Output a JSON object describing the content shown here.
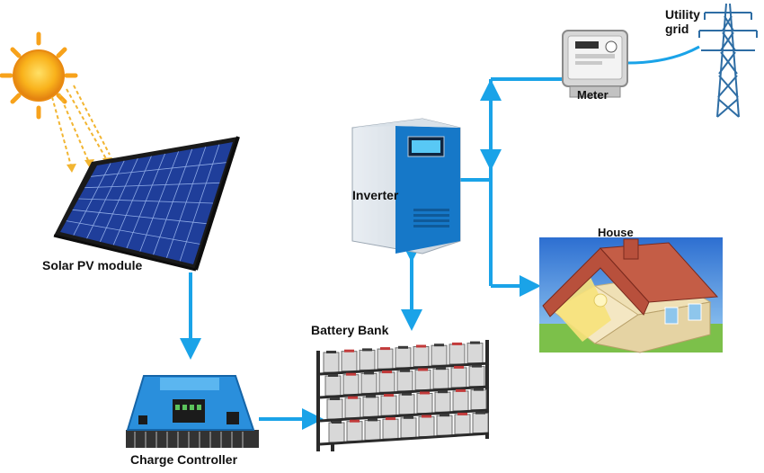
{
  "labels": {
    "solar": "Solar PV module",
    "charge_controller": "Charge Controller",
    "battery_bank": "Battery Bank",
    "inverter": "Inverter",
    "meter": "Meter",
    "utility_line1": "Utility",
    "utility_line2": "grid",
    "house": "House"
  },
  "colors": {
    "flow_arrow": "#1aa3e8",
    "panel_cell": "#1f3e9a",
    "panel_frame": "#1a1a1a",
    "sun": "#f7a21b",
    "inverter_body": "#1678c8",
    "controller_body": "#2a8fdc",
    "battery_cell": "#d8d8d8",
    "roof": "#b8503c",
    "tower": "#2e6da4"
  }
}
